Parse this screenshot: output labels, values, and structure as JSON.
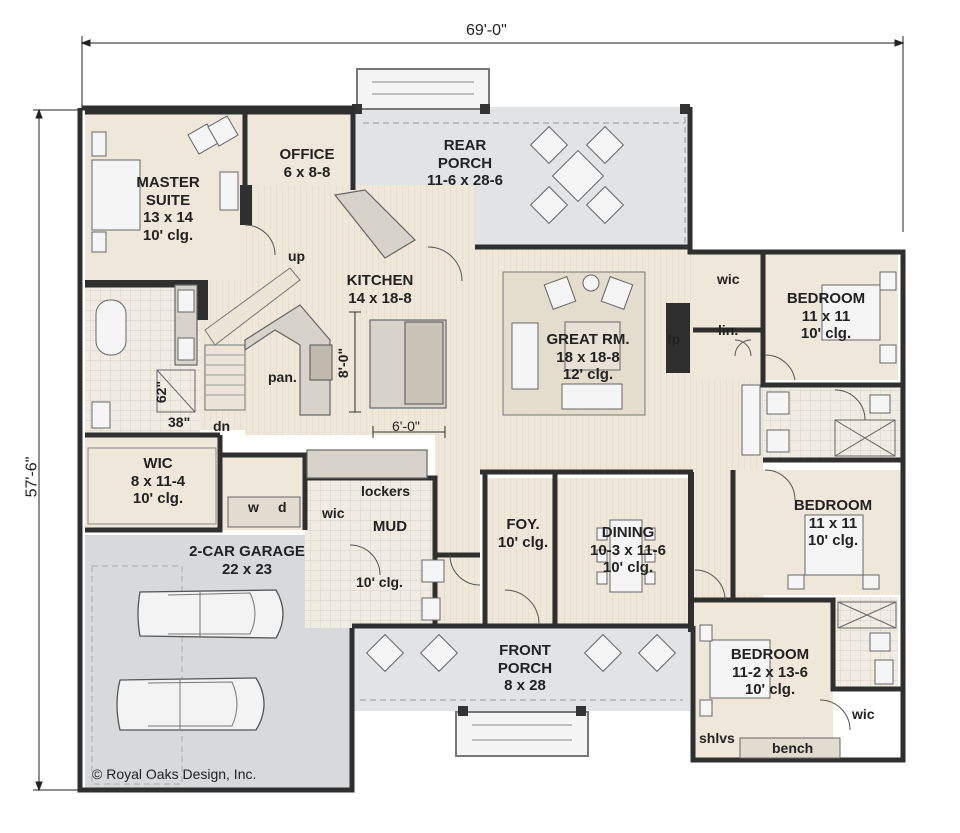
{
  "dimensions": {
    "width": "69'-0\"",
    "depth": "57'-6\""
  },
  "rooms": {
    "master": {
      "title": "MASTER",
      "title2": "SUITE",
      "dims": "13 x 14",
      "ceiling": "10' clg."
    },
    "office": {
      "title": "OFFICE",
      "dims": "6 x 8-8"
    },
    "rear_porch": {
      "title": "REAR",
      "title2": "PORCH",
      "dims": "11-6 x 28-6"
    },
    "kitchen": {
      "title": "KITCHEN",
      "dims": "14 x 18-8"
    },
    "great_room": {
      "title": "GREAT RM.",
      "dims": "18 x 18-8",
      "ceiling": "12' clg."
    },
    "wic_master": {
      "title": "WIC",
      "dims": "8 x 11-4",
      "ceiling": "10' clg."
    },
    "garage": {
      "title": "2-CAR GARAGE",
      "dims": "22 x 23"
    },
    "mud": {
      "title": "MUD",
      "ceiling": "10' clg."
    },
    "foyer": {
      "title": "FOY.",
      "ceiling": "10' clg."
    },
    "dining": {
      "title": "DINING",
      "dims": "10-3 x 11-6",
      "ceiling": "10' clg."
    },
    "front_porch": {
      "title": "FRONT",
      "title2": "PORCH",
      "dims": "8 x 28"
    },
    "bedroom1": {
      "title": "BEDROOM",
      "dims": "11 x 11",
      "ceiling": "10' clg."
    },
    "bedroom2": {
      "title": "BEDROOM",
      "dims": "11 x 11",
      "ceiling": "10' clg."
    },
    "bedroom3": {
      "title": "BEDROOM",
      "dims": "11-2 x 13-6",
      "ceiling": "10' clg."
    }
  },
  "labels": {
    "up": "up",
    "dn": "dn",
    "pan": "pan.",
    "fp": "fp",
    "lin": "lin.",
    "wic_bed1": "wic",
    "wic_mud": "wic",
    "wic_bed3": "wic",
    "lockers": "lockers",
    "w": "w",
    "d": "d",
    "shlvs": "shlvs",
    "bench": "bench",
    "dim_62": "62\"",
    "dim_38": "38\"",
    "dim_island_h": "8'-0\"",
    "dim_island_w": "6'-0\""
  },
  "copyright": "© Royal Oaks Design, Inc."
}
